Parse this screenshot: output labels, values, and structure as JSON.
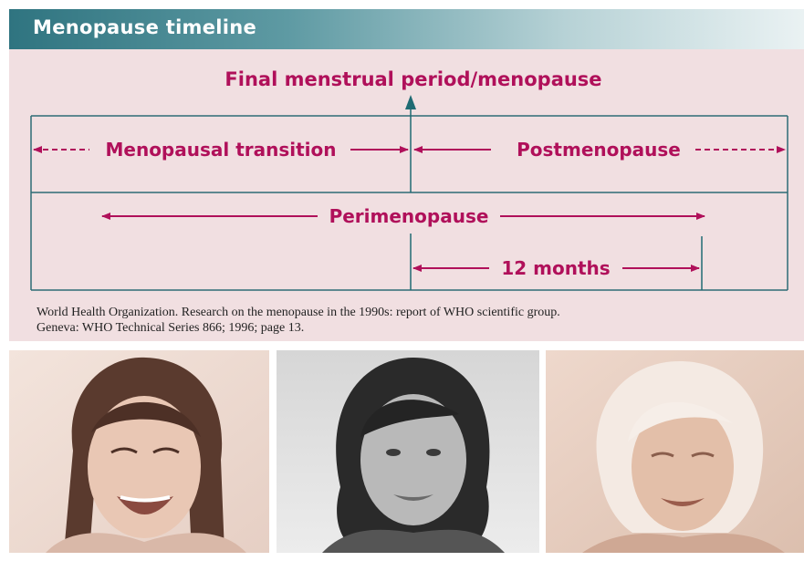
{
  "header": {
    "title": "Menopause timeline"
  },
  "diagram": {
    "event_label": "Final menstrual period/menopause",
    "transition_label": "Menopausal transition",
    "post_label": "Postmenopause",
    "peri_label": "Perimenopause",
    "months_label": "12 months"
  },
  "citation": {
    "line1": "World Health Organization. Research on the menopause in the 1990s: report of  WHO scientific group.",
    "line2": "Geneva: WHO Technical Series 866; 1996; page 13."
  },
  "photos": [
    {
      "icon": "laughing-woman-photo"
    },
    {
      "icon": "smiling-woman-photo"
    },
    {
      "icon": "older-woman-photo"
    }
  ],
  "colors": {
    "accent": "#b0105a",
    "teal": "#1f6b73",
    "panel": "#f1dfe1",
    "border": "#2d6c75"
  }
}
